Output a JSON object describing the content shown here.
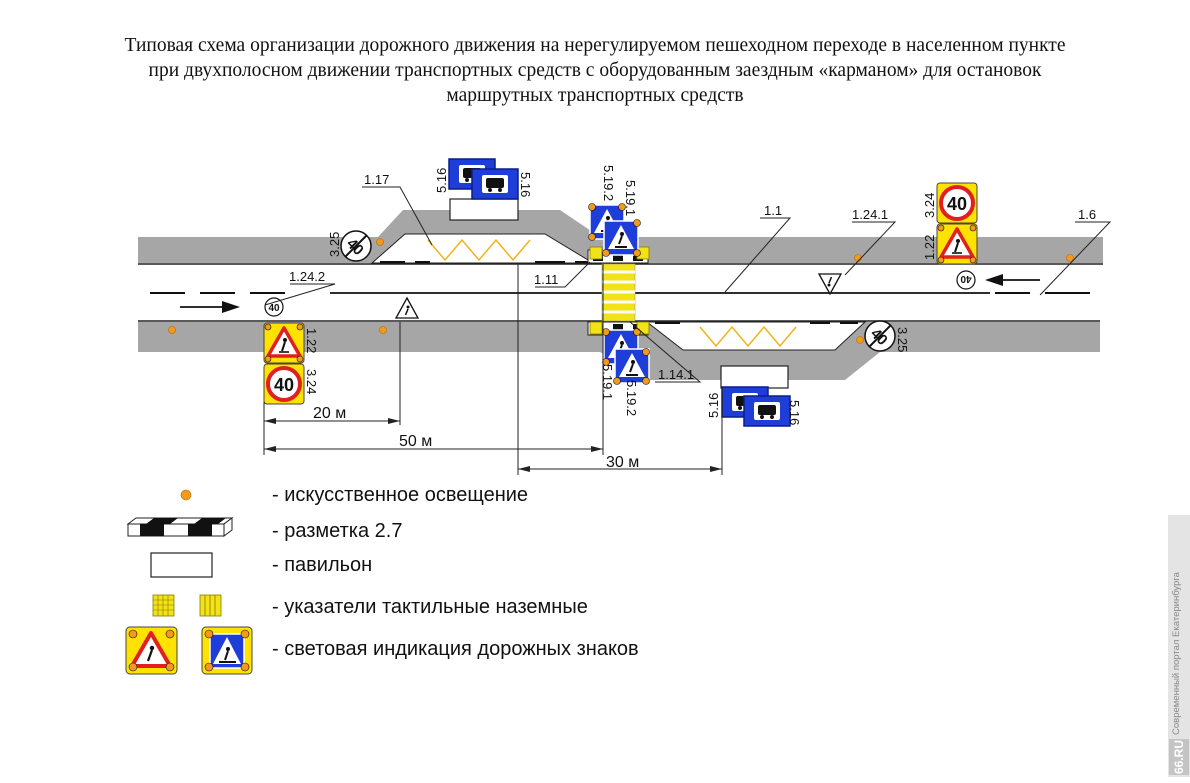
{
  "title": {
    "line1": "Типовая схема организации дорожного движения на нерегулируемом пешеходном переходе в населенном пункте",
    "line2": "при двухполосном движении транспортных средств с оборудованным заездным «карманом» для остановок",
    "line3": "маршрутных транспортных средств"
  },
  "labels": {
    "l_1_17": "1.17",
    "l_1_11": "1.11",
    "l_1_1": "1.1",
    "l_1_24_1": "1.24.1",
    "l_1_6": "1.6",
    "l_1_24_2": "1.24.2",
    "l_1_14_1": "1.14.1",
    "s_3_25": "3.25",
    "s_5_16": "5.16",
    "s_5_19_2": "5.19.2",
    "s_5_19_1": "5.19.1",
    "s_3_24": "3.24",
    "s_1_22": "1.22"
  },
  "signs": {
    "speed_limit": "40"
  },
  "dimensions": {
    "d20": "20 м",
    "d50": "50 м",
    "d30": "30 м"
  },
  "legend": {
    "lighting": "- искусственное освещение",
    "marking": "- разметка 2.7",
    "pavilion": "- павильон",
    "tactile": "- указатели тактильные наземные",
    "sign_lights": "- световая индикация дорожных знаков"
  },
  "colors": {
    "road_gray": "#a6a6a6",
    "sign_blue": "#1f3dd8",
    "sign_red": "#e02020",
    "sign_yellow": "#ffe200",
    "lamp_orange": "#f39a1c",
    "tactile_yellow": "#f2e218"
  },
  "watermark": {
    "text": "Современный портал Екатеринбурга",
    "logo": "66.RU"
  }
}
